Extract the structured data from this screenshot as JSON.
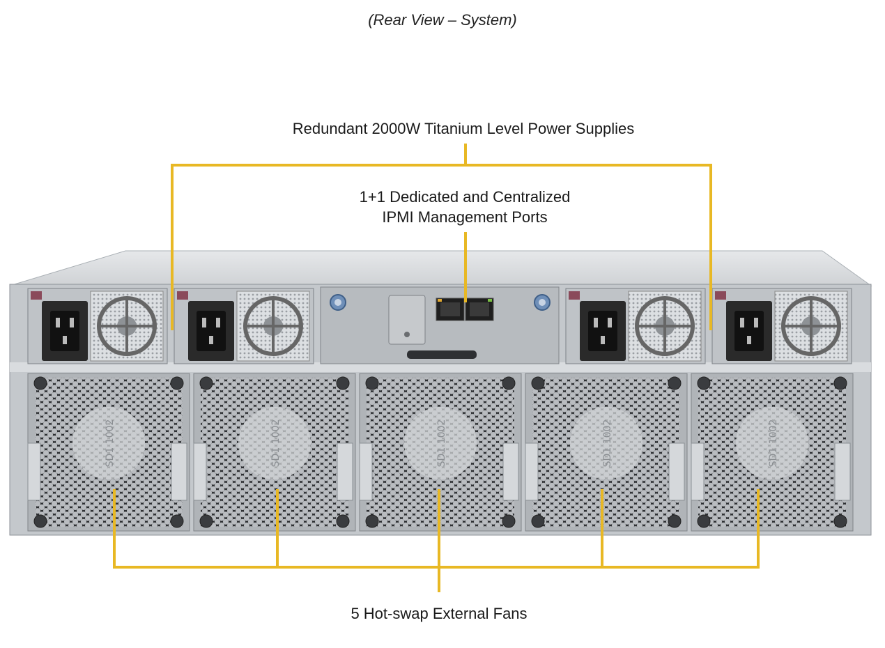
{
  "caption": "(Rear View – System)",
  "callouts": {
    "power_supplies": "Redundant 2000W Titanium Level Power Supplies",
    "ipmi_line1": "1+1 Dedicated and Centralized",
    "ipmi_line2": "IPMI Management Ports",
    "fans": "5 Hot-swap External Fans"
  },
  "fan_label_text": "SD1 1002",
  "colors": {
    "leader": "#e8b824",
    "chassis": "#c9ccd0",
    "chassis_dark": "#6d7175",
    "psu_socket": "#2a2a2a",
    "latch": "#8a4a5a",
    "port_accent": "#e0a830"
  },
  "counts": {
    "psu": 4,
    "fans": 5
  }
}
